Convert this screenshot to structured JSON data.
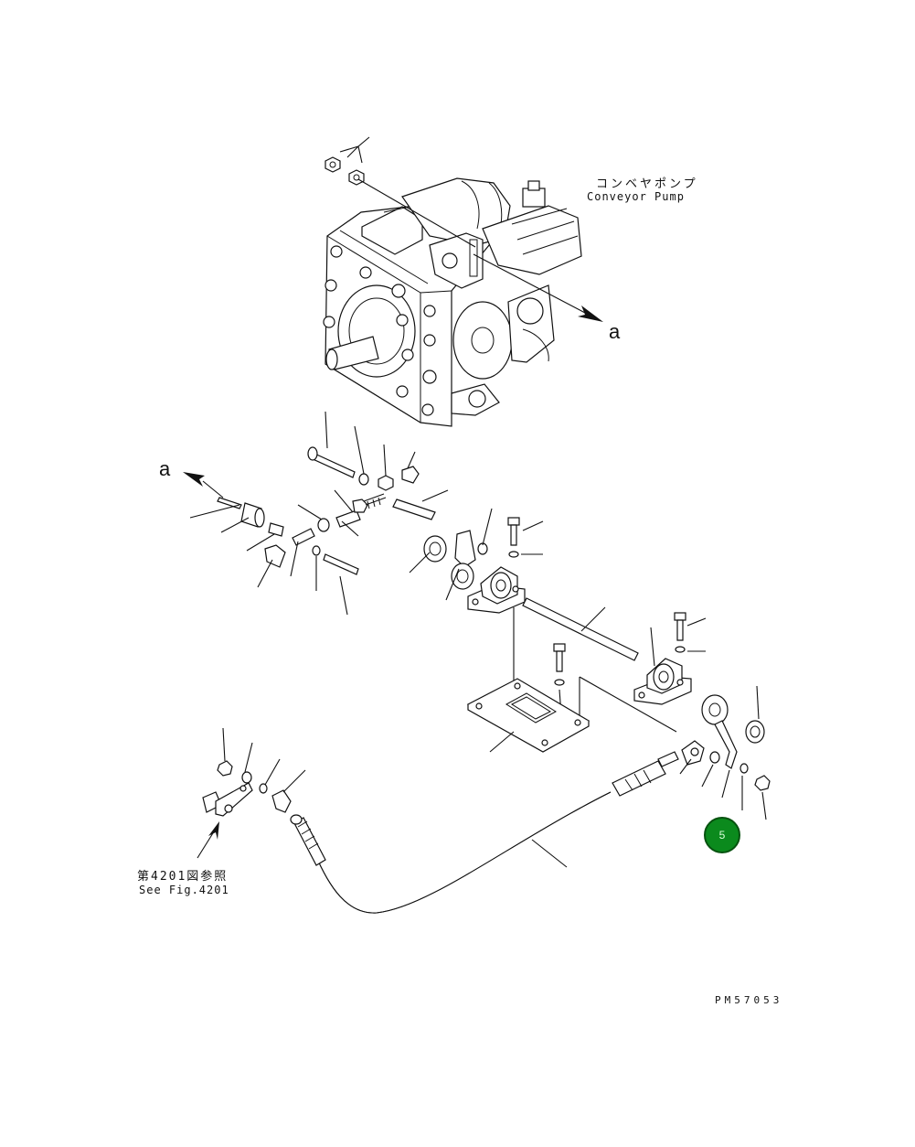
{
  "pump_label_jp": "コンベヤポンプ",
  "pump_label_en": "Conveyor Pump",
  "ref_letter_a1": "a",
  "ref_letter_a2": "a",
  "see_fig_jp": "第4201図参照",
  "see_fig_en": "See Fig.4201",
  "drawing_code": "PM57053",
  "callout_number": "5",
  "colors": {
    "callout_fill": "#0b8a1d",
    "line": "#111111"
  }
}
